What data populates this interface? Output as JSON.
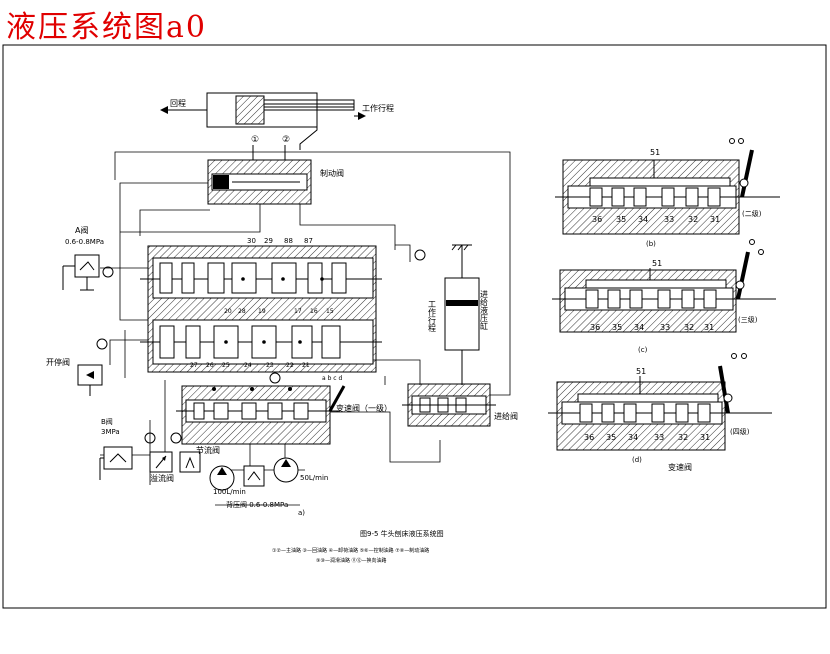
{
  "title": "液压系统图a0",
  "main": {
    "cylinder_left": "回程",
    "cylinder_right": "工作行程",
    "circle_1": "①",
    "circle_2": "②",
    "brake_valve": "制动阀",
    "pilot_valve_label": "A阀",
    "pilot_valve_pressure": "0.6-0.8MPa",
    "top_numbers": [
      "30",
      "29",
      "88",
      "87"
    ],
    "mid_numbers": [
      "20",
      "28",
      "19",
      "17",
      "16",
      "15"
    ],
    "bot_numbers": [
      "27",
      "26",
      "25",
      "24",
      "23",
      "22",
      "21"
    ],
    "speed_ports": "a b c d",
    "feed_cylinder_a": "工作行程",
    "feed_cylinder_b": "进给液压缸",
    "shutoff_valve": "开停阀",
    "b_valve_label": "B阀",
    "b_valve_pressure": "3MPa",
    "relief_valve": "溢流阀",
    "throttle_valve": "节流阀",
    "shift_valve": "变速阀（一级）",
    "feed_valve": "进给阀",
    "flow_100": "100L/min",
    "flow_50": "50L/min",
    "back_pressure": "背压阀 0.6-0.8MPa",
    "sub_a": "a)",
    "caption": "图9-5  牛头刨床液压系统图",
    "legend_line1": "①②—主油路  ③—回油路  ④—卸荷油路  ⑤⑥—控制油路  ⑦⑧—制动油路",
    "legend_line2": "⑨⑩—润滑油路  ⑪⑫—换向油路"
  },
  "side_views": [
    {
      "tag": "51",
      "numbers": [
        "36",
        "35",
        "34",
        "33",
        "32",
        "31"
      ],
      "gear": "(二级)",
      "sub": "(b)"
    },
    {
      "tag": "51",
      "numbers": [
        "36",
        "35",
        "34",
        "33",
        "32",
        "31"
      ],
      "gear": "(三级)",
      "sub": "(c)"
    },
    {
      "tag": "51",
      "numbers": [
        "36",
        "35",
        "34",
        "33",
        "32",
        "31"
      ],
      "gear": "(四级)",
      "sub": "(d)"
    }
  ],
  "side_caption": "变速阀"
}
